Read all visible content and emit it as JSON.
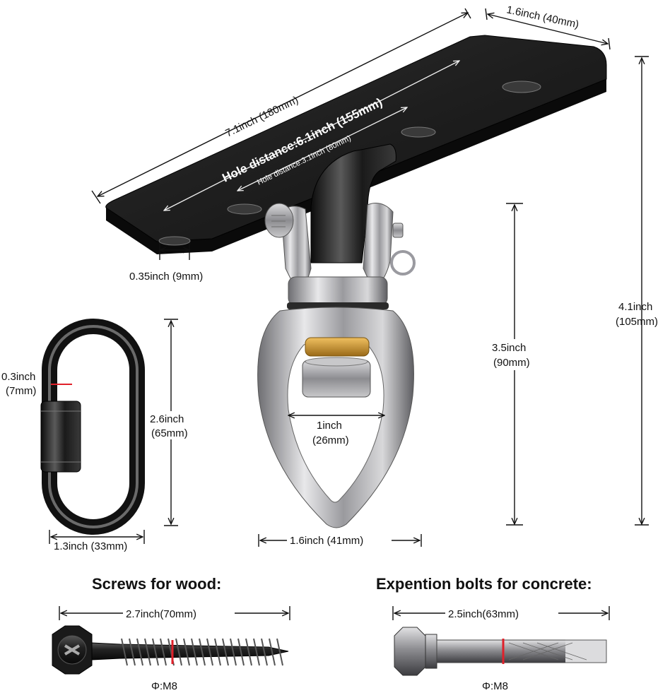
{
  "plate": {
    "length_label": "7.1inch (180mm)",
    "width_label": "1.6inch (40mm)",
    "hole_distance_outer": "Hole distance:6.1inch (155mm)",
    "hole_distance_inner": "Hole distance:3.1inch (80mm)",
    "hole_diameter_label": "0.35inch (9mm)",
    "height_line1": "4.1inch",
    "height_line2": "(105mm)"
  },
  "swivel": {
    "height_line1": "3.5inch",
    "height_line2": "(90mm)",
    "inner_line1": "1inch",
    "inner_line2": "(26mm)",
    "width_label": "1.6inch (41mm)"
  },
  "carabiner": {
    "thickness_line1": "0.3inch",
    "thickness_line2": "(7mm)",
    "height_line1": "2.6inch",
    "height_line2": "(65mm)",
    "width_label": "1.3inch (33mm)"
  },
  "screw": {
    "heading": "Screws for wood:",
    "length_label": "2.7inch(70mm)",
    "diameter_label": "Φ:M8"
  },
  "bolt": {
    "heading": "Expention bolts for concrete:",
    "length_label": "2.5inch(63mm)",
    "diameter_label": "Φ:M8"
  },
  "colors": {
    "plate": "#1c1c1c",
    "steel": "#a8a8ac",
    "marker": "#e0202a",
    "brass": "#c9952a"
  }
}
